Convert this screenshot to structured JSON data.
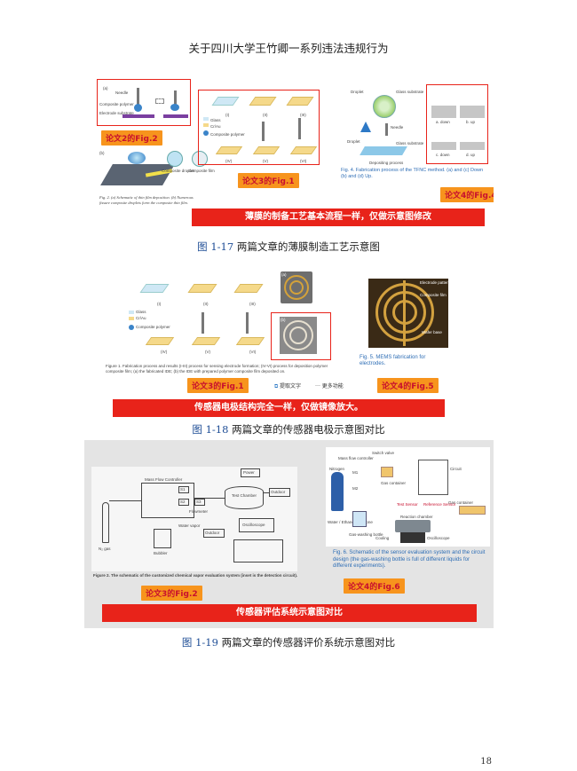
{
  "page": {
    "header": "关于四川大学王竹卿一系列违法违规行为",
    "page_number": "18"
  },
  "figure1": {
    "caption_no": "图 1-17",
    "caption_text": " 两篇文章的薄膜制造工艺示意图",
    "tag_left": "论文2的Fig.2",
    "tag_mid": "论文3的Fig.1",
    "tag_right": "论文4的Fig.4",
    "banner": "薄膜的制备工艺基本流程一样，仅做示意图修改",
    "left_caption": "Fig. 2. (a) Schematic of thin film deposition. (b) Numerous fissure composite droplets form the composite thin film.",
    "left_labels": {
      "a": "(a)",
      "needle": "Needle",
      "composite": "Composite polymer",
      "electrode": "Electrode substrate",
      "b": "(b)",
      "comp_droplet": "Composite droplet",
      "comp_film": "Composite film"
    },
    "mid_labels": {
      "glass": "Glass",
      "crau": "Cr/Au",
      "composite": "Composite polymer",
      "i": "(I)",
      "ii": "(II)",
      "iii": "(III)",
      "iv": "(IV)",
      "v": "(V)",
      "vi": "(VI)"
    },
    "right_labels": {
      "droplet": "Droplet",
      "glass_substrate": "Glass substrate",
      "needle": "Needle",
      "depositing": "Depositing process",
      "a_down": "a. down",
      "b_up": "b. up",
      "c_down": "c. down",
      "d_up": "d. up"
    },
    "right_caption": "Fig. 4.   Fabrication process of the TFNC method. (a) and (c) Down (b) and (d) Up."
  },
  "figure2": {
    "caption_no": "图 1-18",
    "caption_text": " 两篇文章的传感器电极示意图对比",
    "tag_left": "论文3的Fig.1",
    "tag_right": "论文4的Fig.5",
    "toolbar_extract": "提取文字",
    "toolbar_more": "更多功能",
    "banner": "传感器电极结构完全一样，仅做镜像放大。",
    "left_caption": "Figure 1.  Fabrication process and results (I-III) process for sensing electrode formation; (IV-VI) process for deposition polymer composite film; (a) the fabricated IDE; (b) the IDE with prepared polymer composite film deposited on.",
    "right_caption": "Fig. 5.   MEMS fabrication for electrodes.",
    "photo_labels": {
      "electrode": "Electrode pattern",
      "composite": "Composite film",
      "wafer": "Wafer base"
    },
    "mid_labels": {
      "glass": "Glass",
      "crau": "Cr/Au",
      "composite": "Composite polymer",
      "i": "(I)",
      "ii": "(II)",
      "iii": "(III)",
      "iv": "(IV)",
      "v": "(V)",
      "vi": "(VI)",
      "a": "(a)",
      "b": "(b)"
    }
  },
  "figure3": {
    "caption_no": "图 1-19",
    "caption_text": " 两篇文章的传感器评价系统示意图对比",
    "tag_left": "论文3的Fig.2",
    "tag_right": "论文4的Fig.6",
    "banner": "传感器评估系统示意图对比",
    "left_caption": "Figure 2.  The schematic of the customized chemical vapor evaluation system (inset is the detection circuit).",
    "left_labels": {
      "mfc": "Mass Flow Controller",
      "power": "Power",
      "chamber": "Test Chamber",
      "outdoor1": "Outdoor",
      "flowmeter": "Flowmeter",
      "water_vapor": "Water vapor",
      "outdoor2": "Outdoor",
      "bubbler": "Bubbler",
      "n2": "N₂ gas",
      "osc": "Oscilloscope",
      "s1": "S1",
      "s2": "S2",
      "s3": "S3"
    },
    "right_labels": {
      "mfc": "Mass flow controller",
      "switch": "Switch valve",
      "nitrogen": "Nitrogen",
      "m1": "M1",
      "m2": "M2",
      "gas_container": "Gas container",
      "circuit": "Circuit",
      "gas_container2": "Gas container",
      "water": "Water / Ethanol / Acetone",
      "gas_washing": "Gas-washing bottle",
      "cooling": "Cooling",
      "test_sensor": "Test Sensor",
      "reference": "Reference Sensor",
      "reaction": "Reaction chamber",
      "osc": "Oscilloscope"
    },
    "right_caption": "Fig. 6.   Schematic of the sensor evaluation system and the circuit design (the gas-washing bottle is full of different liquids for different experiments)."
  },
  "colors": {
    "banner_red": "#e8231a",
    "tag_orange": "#f7941d",
    "tag_text": "#c8102e",
    "caption_blue": "#1f4e96",
    "glass_blue": "#cfe8f5",
    "gold": "#f5d98a"
  }
}
